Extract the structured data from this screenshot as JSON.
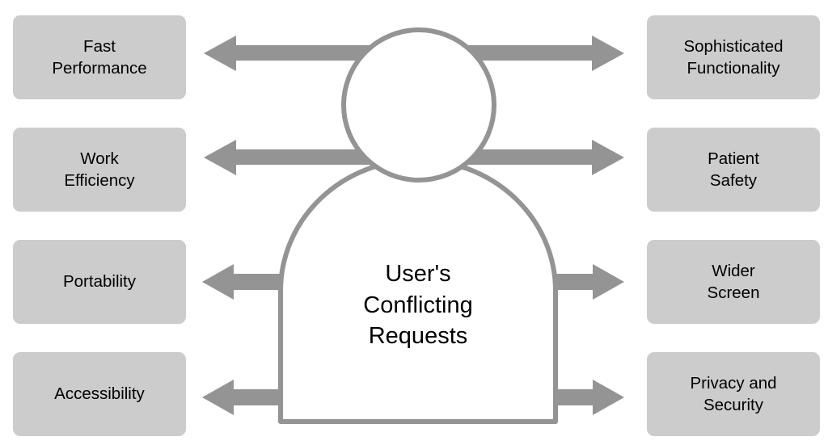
{
  "diagram": {
    "type": "conflict-requests-diagram",
    "background_color": "#ffffff",
    "box_fill_color": "#cccccc",
    "arrow_color": "#949494",
    "figure_outline_color": "#949494",
    "text_color": "#000000",
    "center": {
      "label": "User's\nConflicting\nRequests",
      "figure_icon": "person-silhouette-icon"
    },
    "left_items": [
      {
        "label": "Fast\nPerformance",
        "arrow": "arrow-left-icon"
      },
      {
        "label": "Work\nEfficiency",
        "arrow": "arrow-left-icon"
      },
      {
        "label": "Portability",
        "arrow": "arrow-left-icon"
      },
      {
        "label": "Accessibility",
        "arrow": "arrow-left-icon"
      }
    ],
    "right_items": [
      {
        "label": "Sophisticated\nFunctionality",
        "arrow": "arrow-right-icon"
      },
      {
        "label": "Patient\nSafety",
        "arrow": "arrow-right-icon"
      },
      {
        "label": "Wider\nScreen",
        "arrow": "arrow-right-icon"
      },
      {
        "label": "Privacy and\nSecurity",
        "arrow": "arrow-right-icon"
      }
    ]
  }
}
